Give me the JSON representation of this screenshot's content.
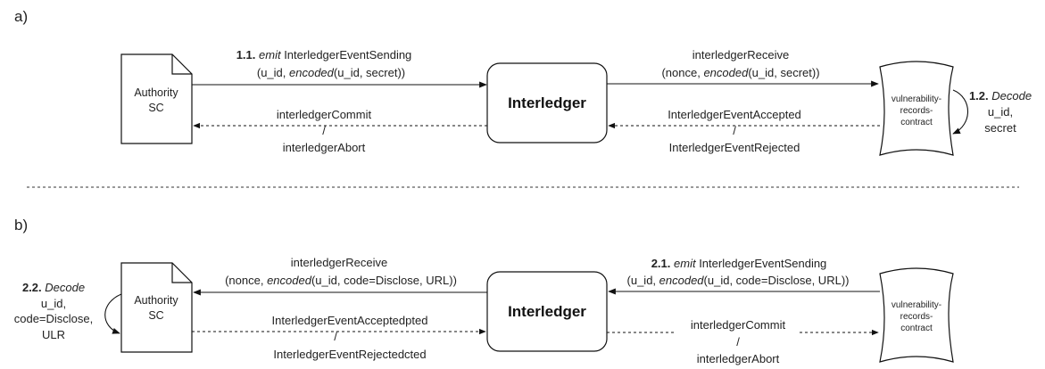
{
  "panels": {
    "a_label": "a)",
    "b_label": "b)"
  },
  "nodes": {
    "authority_line1": "Authority",
    "authority_line2": "SC",
    "interledger": "Interledger",
    "vuln_line1": "vulnerability-",
    "vuln_line2": "records-",
    "vuln_line3": "contract"
  },
  "panel_a": {
    "emit_num": "1.1.",
    "emit_word": "emit",
    "emit_event": " InterledgerEventSending",
    "emit_args_pre": "(u_id,  ",
    "emit_args_enc": "encoded",
    "emit_args_post": "(u_id, secret))",
    "receive_line1": "interledgerReceive",
    "receive_args_pre": "(nonce,  ",
    "receive_args_enc": "encoded",
    "receive_args_post": "(u_id, secret))",
    "commit_line1": "interledgerCommit",
    "commit_sep": "/",
    "commit_line2": "interledgerAbort",
    "accepted_line1": "InterledgerEventAccepted",
    "accepted_sep": "/",
    "accepted_line2": "InterledgerEventRejected",
    "decode_num": "1.2.",
    "decode_word": "Decode",
    "decode_line2": "u_id,",
    "decode_line3": "secret"
  },
  "panel_b": {
    "receive_line1": "interledgerReceive",
    "receive_args_pre": "(nonce, ",
    "receive_args_enc": "encoded",
    "receive_args_post": "(u_id, code=Disclose, URL))",
    "emit_num": "2.1.",
    "emit_word": "emit",
    "emit_event": " InterledgerEventSending",
    "emit_args_pre": "(u_id, ",
    "emit_args_enc": "encoded",
    "emit_args_post": "(u_id, code=Disclose, URL))",
    "accepted_line1": "InterledgerEventAcceptedpted",
    "accepted_sep": "/",
    "accepted_line2": "InterledgerEventRejectedcted",
    "commit_line1": "interledgerCommit",
    "commit_sep": "/",
    "commit_line2": "interledgerAbort",
    "decode_num": "2.2.",
    "decode_word": "Decode",
    "decode_line2": "u_id,",
    "decode_line3": "code=Disclose,",
    "decode_line4": "ULR"
  }
}
